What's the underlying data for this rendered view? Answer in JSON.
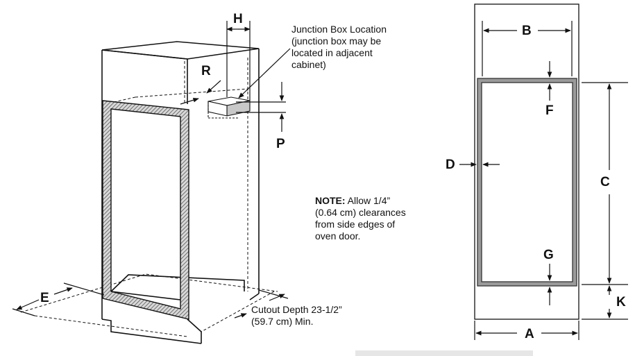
{
  "diagram": {
    "labels": {
      "H": "H",
      "R": "R",
      "P": "P",
      "E": "E",
      "B": "B",
      "F": "F",
      "D": "D",
      "C": "C",
      "G": "G",
      "K": "K",
      "A": "A"
    },
    "junction_box_note": "Junction Box Location (junction box may be located in adjacent cabinet)",
    "note_prefix": "NOTE:",
    "note_text": " Allow 1/4” (0.64 cm) clearances from side edges of oven door.",
    "cutout_depth": "Cutout Depth 23-1/2” (59.7 cm) Min."
  },
  "colors": {
    "line": "#111111",
    "frame_fill": "#9a9a9a",
    "box_shade": "#c8c8c8",
    "redaction": "#e6e6e6"
  }
}
